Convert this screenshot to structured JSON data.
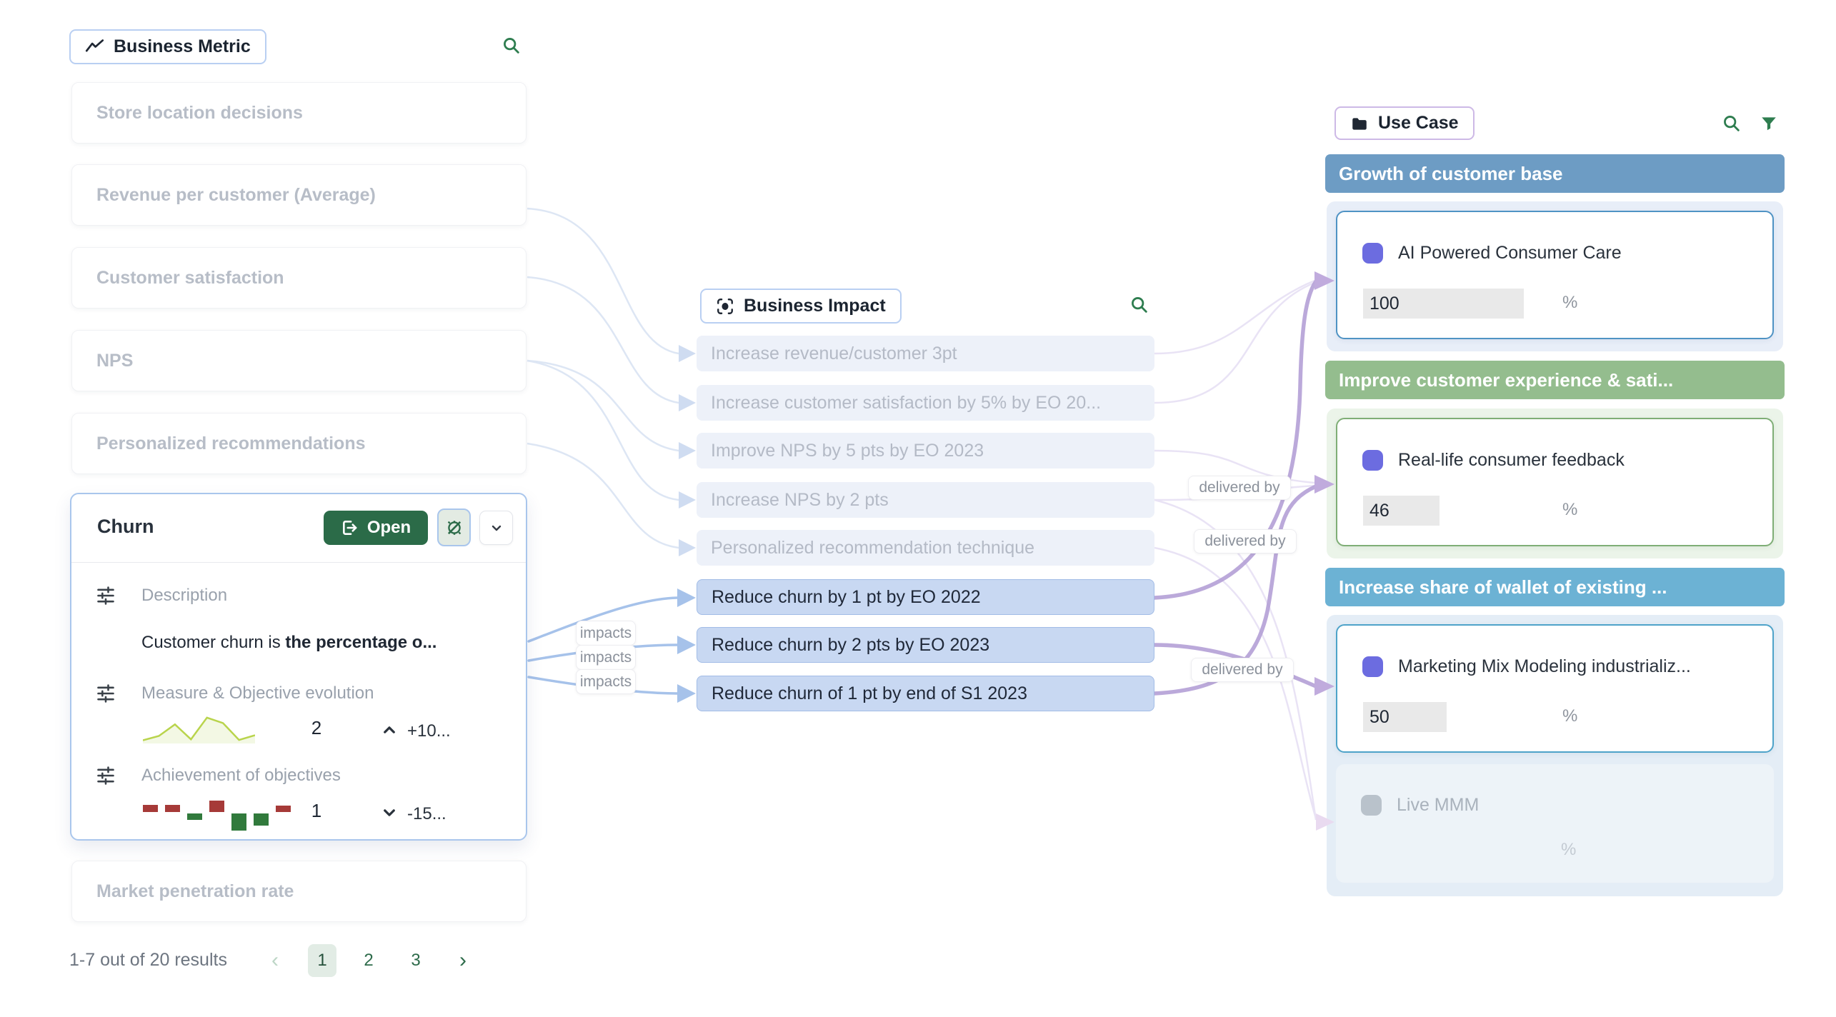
{
  "metric_panel": {
    "type_chip": "Business Metric",
    "items": [
      "Store location decisions",
      "Revenue per customer (Average)",
      "Customer satisfaction",
      "NPS",
      "Personalized recommendations"
    ],
    "tail_item": "Market penetration rate",
    "churn_card": {
      "title": "Churn",
      "open_button_label": "Open",
      "description_label": "Description",
      "description_text": "Customer churn is ",
      "description_text_bold": "the percentage o...",
      "measure_label": "Measure & Objective evolution",
      "measure_value": "2",
      "measure_delta": "+10...",
      "sparkline_values": [
        0.5,
        1.8,
        5.2,
        0.8,
        7.2,
        5.6,
        0.6,
        2.0
      ],
      "achievement_label": "Achievement of objectives",
      "achievement_value": "1",
      "achievement_delta": "-15...",
      "achievement_bars": [
        10,
        10,
        -9,
        16,
        -24,
        -17,
        9
      ]
    },
    "pagination": {
      "summary": "1-7 out of 20 results",
      "prev": "‹",
      "pages": [
        "1",
        "2",
        "3"
      ],
      "active_page": "1",
      "next": "›"
    }
  },
  "impact_panel": {
    "type_chip": "Business Impact",
    "items": [
      {
        "label": "Increase revenue/customer 3pt",
        "highlighted": false
      },
      {
        "label": "Increase customer satisfaction by 5% by EO 20...",
        "highlighted": false
      },
      {
        "label": "Improve NPS by 5 pts by EO 2023",
        "highlighted": false
      },
      {
        "label": "Increase NPS by 2 pts",
        "highlighted": false
      },
      {
        "label": "Personalized recommendation technique",
        "highlighted": false
      },
      {
        "label": "Reduce churn by 1 pt by EO 2022",
        "highlighted": true
      },
      {
        "label": "Reduce churn by 2 pts by EO 2023",
        "highlighted": true
      },
      {
        "label": "Reduce churn of 1 pt by end of S1 2023",
        "highlighted": true
      }
    ]
  },
  "usecase_panel": {
    "type_chip": "Use Case",
    "groups": [
      {
        "title": "Growth of customer base",
        "cards": [
          {
            "title": "AI Powered Consumer Care",
            "value": "100",
            "unit": "%"
          }
        ]
      },
      {
        "title": "Improve customer experience & sati...",
        "cards": [
          {
            "title": "Real-life consumer feedback",
            "value": "46",
            "unit": "%"
          }
        ]
      },
      {
        "title": "Increase share of wallet of existing ...",
        "cards": [
          {
            "title": "Marketing Mix Modeling industrializ...",
            "value": "50",
            "unit": "%"
          },
          {
            "title": "Live MMM",
            "value": "",
            "unit": "%",
            "disabled": true
          }
        ]
      }
    ]
  },
  "edge_labels": {
    "impacts": [
      "impacts",
      "impacts",
      "impacts"
    ],
    "delivered_by": [
      "delivered by",
      "delivered by",
      "delivered by"
    ]
  },
  "colors": {
    "accent_green": "#2e7d4f",
    "open_button_green": "#2b6b48",
    "selection_blue": "#c8d8f2",
    "edge_blue": "#a6c2ea",
    "edge_purple": "#b4a0d6",
    "group_blue": "#6d9cc4",
    "group_green": "#94bd8e",
    "group_lightblue": "#6cb2d4",
    "swatch_purple": "#6c6ce0",
    "bar_positive_red": "#a63a38",
    "bar_negative_green": "#317a3c",
    "sparkline_green": "#b9d44c"
  }
}
